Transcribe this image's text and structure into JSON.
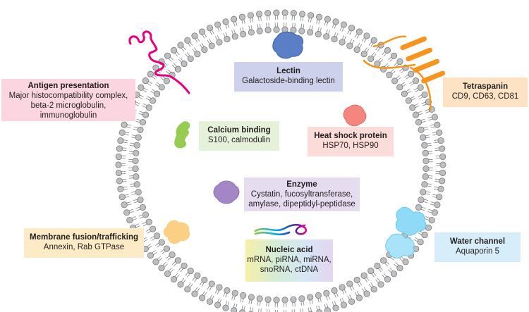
{
  "colors": {
    "lipid_head": "#bcbec0",
    "lipid_head_stroke": "#6d6e71",
    "lipid_tail": "#808285",
    "lectin_protein": "#5b7fc7",
    "lectin_box": "#cdd1eb",
    "antigen_protein": "#e6007e",
    "antigen_box": "#fbd6e0",
    "tetraspanin_protein": "#f7941d",
    "tetraspanin_box": "#fde2c4",
    "calcium_protein": "#8cc63f",
    "calcium_box": "#e5f1d9",
    "heatshock_protein": "#f26d6d",
    "heatshock_box": "#fcdcd8",
    "enzyme_protein": "#a486c7",
    "enzyme_box": "#e6dcf0",
    "membrane_protein": "#fbc86e",
    "membrane_box": "#fdebc5",
    "water_protein": "#6ccff6",
    "water_box": "#d7eefa",
    "nucleic_box_gradient": [
      "#f6f0a8",
      "#d4ecd6",
      "#d6e6f6",
      "#e4d6ee"
    ]
  },
  "labels": {
    "lectin": {
      "title": "Lectin",
      "desc": "Galactoside-binding lectin"
    },
    "antigen": {
      "title": "Antigen presentation",
      "desc": "Major histocompatibility complex,\nbeta-2 microglobulin,\nimmunoglobulin"
    },
    "tetraspanin": {
      "title": "Tetraspanin",
      "desc": "CD9, CD63, CD81"
    },
    "calcium": {
      "title": "Calcium binding",
      "desc": "S100, calmodulin"
    },
    "heatshock": {
      "title": "Heat shock protein",
      "desc": "HSP70, HSP90"
    },
    "enzyme": {
      "title": "Enzyme",
      "desc": "Cystatin, fucosyltransferase,\namylase, dipeptidyl-peptidase"
    },
    "membrane": {
      "title": "Membrane fusion/trafficking",
      "desc": "Annexin, Rab GTPase"
    },
    "nucleic": {
      "title": "Nucleic acid",
      "desc": "mRNA, piRNA, miRNA,\nsnoRNA, ctDNA"
    },
    "water": {
      "title": "Water channel",
      "desc": "Aquaporin 5"
    }
  }
}
